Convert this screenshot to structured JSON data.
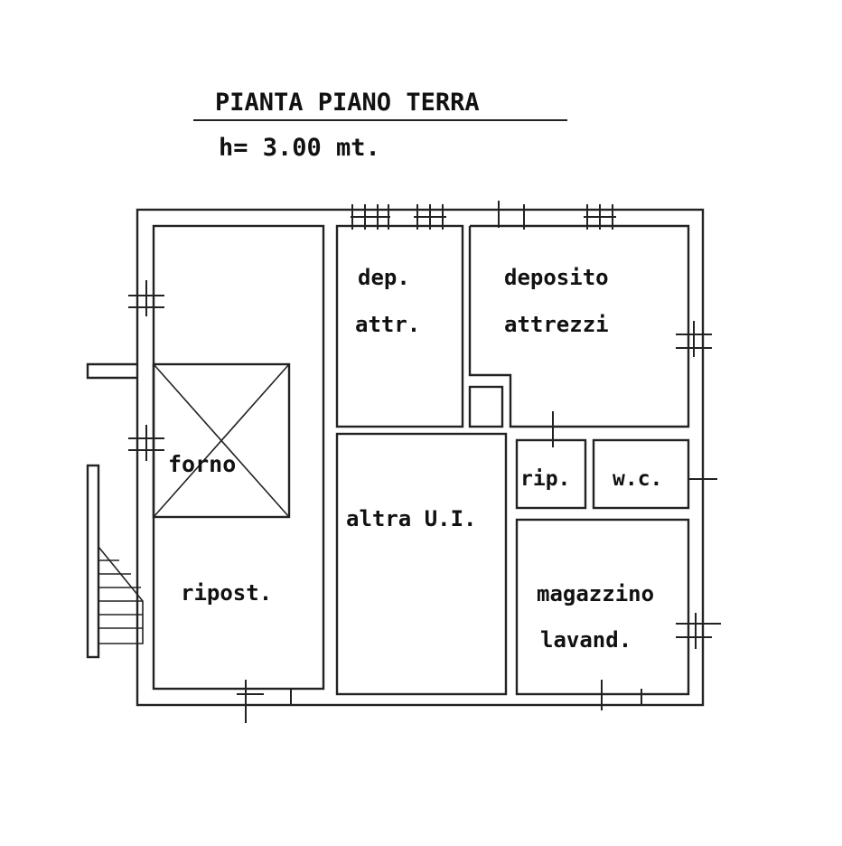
{
  "title": "PIANTA PIANO TERRA",
  "height_note": "h= 3.00 mt.",
  "rooms": {
    "dep_attr": [
      "dep.",
      "attr."
    ],
    "deposito_attrezzi": [
      "deposito",
      "attrezzi"
    ],
    "forno": "forno",
    "altra_ui": "altra U.I.",
    "rip": "rip.",
    "wc": "w.c.",
    "ripost": "ripost.",
    "magazzino": [
      "magazzino",
      "lavand."
    ]
  }
}
